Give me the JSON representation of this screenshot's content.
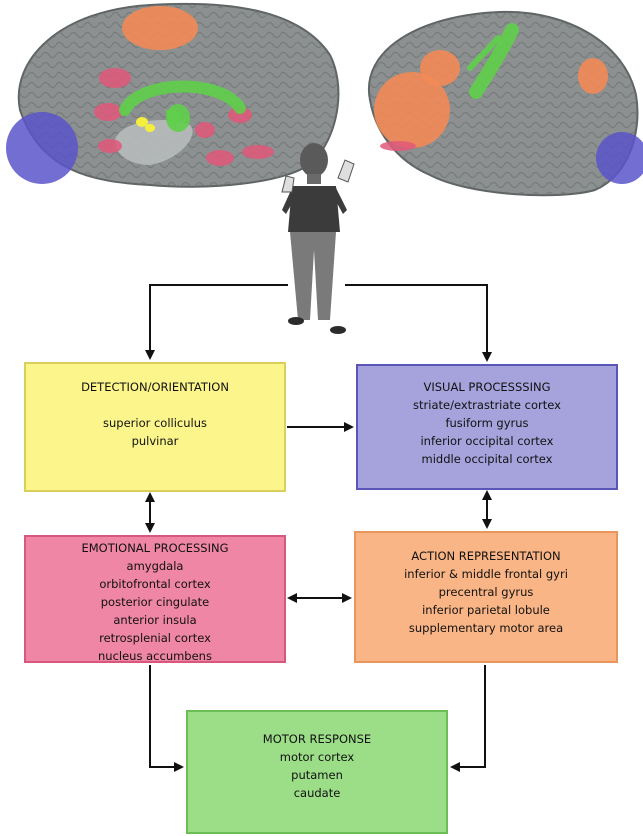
{
  "boxes": {
    "detection": {
      "title": "DETECTION/ORIENTATION",
      "items": [
        "superior colliculus",
        "pulvinar"
      ]
    },
    "visual": {
      "title": "VISUAL PROCESSSING",
      "items": [
        "striate/extrastriate cortex",
        "fusiform gyrus",
        "inferior occipital cortex",
        "middle occipital cortex"
      ]
    },
    "emotional": {
      "title": "EMOTIONAL PROCESSING",
      "items": [
        "amygdala",
        "orbitofrontal cortex",
        "posterior cingulate",
        "anterior insula",
        "retrosplenial cortex",
        "nucleus accumbens"
      ]
    },
    "action": {
      "title": "ACTION REPRESENTATION",
      "items": [
        "inferior & middle frontal gyri",
        "precentral gyrus",
        "inferior parietal lobule",
        "supplementary motor area"
      ]
    },
    "motor": {
      "title": "MOTOR RESPONSE",
      "items": [
        "motor cortex",
        "putamen",
        "caudate"
      ]
    }
  },
  "colors": {
    "detection": "#fbf58b",
    "visual": "#a6a2dc",
    "emotional": "#ef86a6",
    "action": "#f9b585",
    "motor": "#9cdd88",
    "brain": "#8c9090",
    "region_blue": "#5b55c9",
    "region_orange": "#f28a55",
    "region_red": "#e2587a",
    "region_green": "#5fcf4a",
    "region_yellow": "#f4ee3c"
  }
}
